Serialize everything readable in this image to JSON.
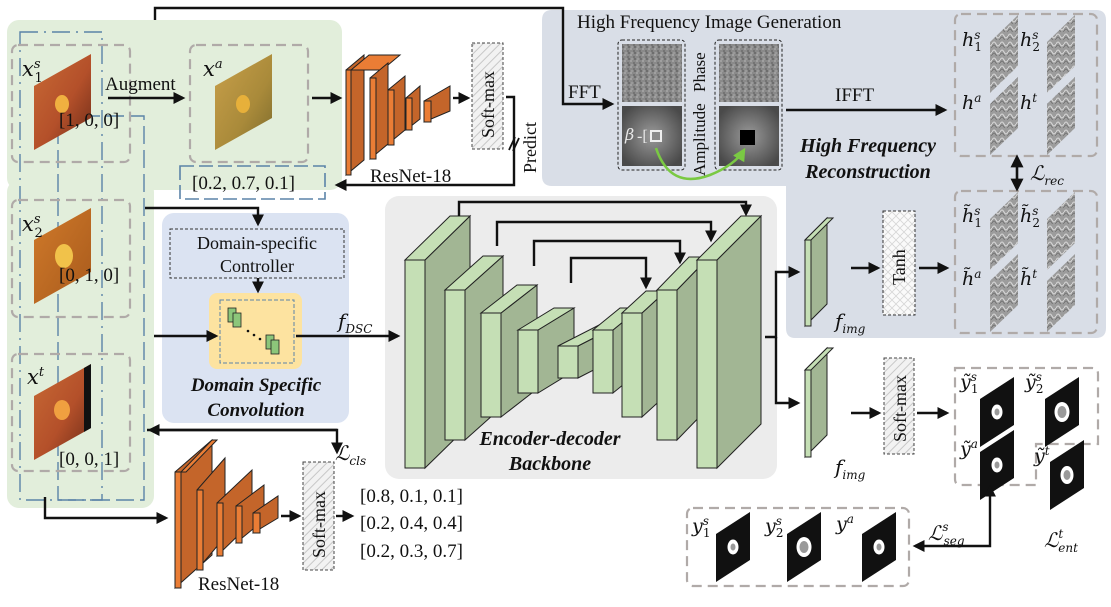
{
  "inputs": {
    "x1s": {
      "label": "x",
      "sup": "s",
      "sub": "1",
      "onehot": "[1, 0, 0]"
    },
    "x2s": {
      "label": "x",
      "sup": "s",
      "sub": "2",
      "onehot": "[0, 1, 0]"
    },
    "xt": {
      "label": "x",
      "sup": "t",
      "onehot": "[0, 0, 1]"
    },
    "xa": {
      "label": "x",
      "sup": "a",
      "pred": "[0.2, 0.7, 0.1]"
    },
    "augment_label": "Augment"
  },
  "top_classifier": {
    "name": "ResNet-18",
    "softmax": "Soft-max",
    "predict": "Predict"
  },
  "bottom_classifier": {
    "name": "ResNet-18",
    "softmax": "Soft-max",
    "loss": {
      "base": "ℒ",
      "sub": "cls"
    },
    "outputs": [
      "[0.8, 0.1, 0.1]",
      "[0.2, 0.4, 0.4]",
      "[0.2, 0.3, 0.7]"
    ]
  },
  "dsc": {
    "controller_line1": "Domain-specific",
    "controller_line2": "Controller",
    "title_line1": "Domain Specific",
    "title_line2": "Convolution",
    "feature": {
      "base": "f",
      "sub": "DSC"
    }
  },
  "backbone": {
    "title_line1": "Encoder-decoder",
    "title_line2": "Backbone"
  },
  "hf_generation": {
    "title": "High Frequency Image Generation",
    "fft": "FFT",
    "ifft": "IFFT",
    "amplitude": "Amplitude",
    "phase": "Phase",
    "beta": "β"
  },
  "hf_reconstruction": {
    "title_line1": "High Frequency",
    "title_line2": "Reconstruction",
    "tanh": "Tanh",
    "feature": {
      "base": "f",
      "sub": "img"
    },
    "loss": {
      "base": "ℒ",
      "sub": "rec"
    },
    "targets": [
      {
        "base": "h",
        "sup": "s",
        "sub": "1"
      },
      {
        "base": "h",
        "sup": "s",
        "sub": "2"
      },
      {
        "base": "h",
        "sup": "a"
      },
      {
        "base": "h",
        "sup": "t"
      }
    ],
    "preds": [
      {
        "base": "h̃",
        "sup": "s",
        "sub": "1"
      },
      {
        "base": "h̃",
        "sup": "s",
        "sub": "2"
      },
      {
        "base": "h̃",
        "sup": "a"
      },
      {
        "base": "h̃",
        "sup": "t"
      }
    ]
  },
  "segmentation": {
    "softmax": "Soft-max",
    "feature": {
      "base": "f",
      "sub": "img"
    },
    "preds": [
      {
        "base": "ỹ",
        "sup": "s",
        "sub": "1"
      },
      {
        "base": "ỹ",
        "sup": "s",
        "sub": "2"
      },
      {
        "base": "ỹ",
        "sup": "a"
      },
      {
        "base": "ỹ",
        "sup": "t"
      }
    ],
    "gts": [
      {
        "base": "y",
        "sup": "s",
        "sub": "1"
      },
      {
        "base": "y",
        "sup": "s",
        "sub": "2"
      },
      {
        "base": "y",
        "sup": "a"
      }
    ],
    "loss_seg": {
      "base": "ℒ",
      "sup": "s",
      "sub": "seg"
    },
    "loss_ent": {
      "base": "ℒ",
      "sup": "t",
      "sub": "ent"
    }
  },
  "colors": {
    "input_panel": "#e2eedb",
    "dsc_panel": "#dbe3f2",
    "dsc_core": "#fde3a0",
    "backbone_panel": "#ececec",
    "hf_panel": "#d9dee7",
    "layer_front": "#c5dfb5",
    "layer_side": "#a2b694",
    "resnet_front": "#ea7d35",
    "resnet_side": "#c4652a",
    "dash_gray": "#b0aaa8",
    "dash_blue": "#5b83a8",
    "green_arrow": "#7ac943"
  }
}
